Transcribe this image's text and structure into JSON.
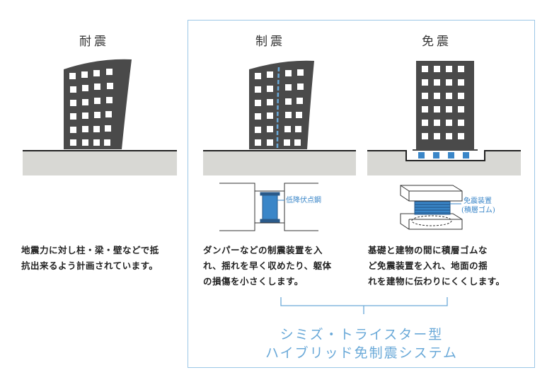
{
  "columns": [
    {
      "title": "耐震",
      "description_line1": "地震力に対し柱・梁・壁などで抵",
      "description_line2": "抗出来るよう計画されています。"
    },
    {
      "title": "制震",
      "description_line1": "ダンパーなどの制震装置を入",
      "description_line2": "れ、揺れを早く収めたり、躯体",
      "description_line3": "の損傷を小さくします。",
      "device_label": "低降伏点鋼"
    },
    {
      "title": "免震",
      "description_line1": "基礎と建物の間に積層ゴムな",
      "description_line2": "ど免震装置を入れ、地面の揺",
      "description_line3": "れを建物に伝わりにくくします。",
      "device_label_line1": "免震装置",
      "device_label_line2": "(積層ゴム)"
    }
  ],
  "system": {
    "line1": "シミズ・トライスター型",
    "line2": "ハイブリッド免制震システム"
  },
  "colors": {
    "building": "#4a4a4a",
    "ground": "#d8d8d4",
    "accent_blue": "#3a86c8",
    "frame": "#9cc7e6",
    "brand_text": "#6aa9d8"
  }
}
